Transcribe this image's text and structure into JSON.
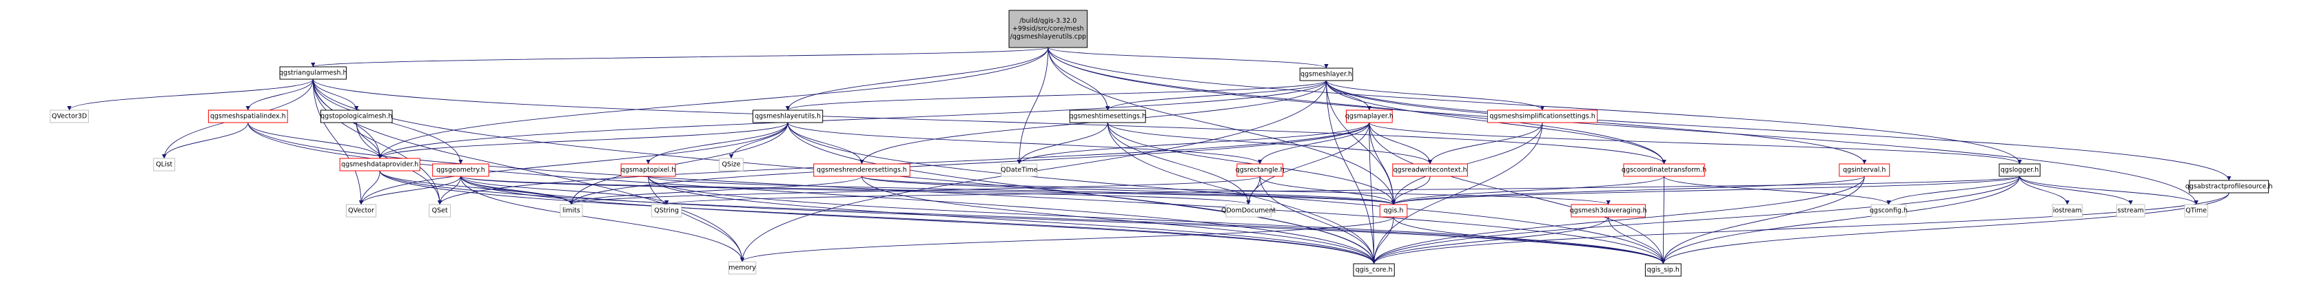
{
  "colors": {
    "edge": "#191970",
    "root_fill": "#bfbfbf",
    "internal_border": "#000000",
    "external_border": "#bfbfbf",
    "missing_border": "#ff0000",
    "node_fill": "#ffffff"
  },
  "nodes": [
    {
      "id": "root",
      "lines": [
        "/build/qgis-3.32.0",
        "+99sid/src/core/mesh",
        "/qgsmeshlayerutils.cpp"
      ],
      "kind": "root"
    },
    {
      "id": "tri",
      "lines": [
        "qgstriangularmesh.h"
      ],
      "kind": "internal"
    },
    {
      "id": "meshlayer",
      "lines": [
        "qgsmeshlayer.h"
      ],
      "kind": "internal"
    },
    {
      "id": "vec3d",
      "lines": [
        "QVector3D"
      ],
      "kind": "external"
    },
    {
      "id": "spatial",
      "lines": [
        "qgsmeshspatialindex.h"
      ],
      "kind": "missing"
    },
    {
      "id": "topo",
      "lines": [
        "qgstopologicalmesh.h"
      ],
      "kind": "internal"
    },
    {
      "id": "layerutils",
      "lines": [
        "qgsmeshlayerutils.h"
      ],
      "kind": "internal"
    },
    {
      "id": "timeset",
      "lines": [
        "qgsmeshtimesettings.h"
      ],
      "kind": "internal"
    },
    {
      "id": "maplayer",
      "lines": [
        "qgsmaplayer.h"
      ],
      "kind": "missing"
    },
    {
      "id": "simpl",
      "lines": [
        "qgsmeshsimplificationsettings.h"
      ],
      "kind": "missing"
    },
    {
      "id": "qlist",
      "lines": [
        "QList"
      ],
      "kind": "external"
    },
    {
      "id": "dataprov",
      "lines": [
        "qgsmeshdataprovider.h"
      ],
      "kind": "missing"
    },
    {
      "id": "geom",
      "lines": [
        "qgsgeometry.h"
      ],
      "kind": "missing"
    },
    {
      "id": "maptopix",
      "lines": [
        "qgsmaptopixel.h"
      ],
      "kind": "missing"
    },
    {
      "id": "qsize",
      "lines": [
        "QSize"
      ],
      "kind": "external"
    },
    {
      "id": "rendset",
      "lines": [
        "qgsmeshrenderersettings.h"
      ],
      "kind": "missing"
    },
    {
      "id": "qdatetime",
      "lines": [
        "QDateTime"
      ],
      "kind": "external"
    },
    {
      "id": "rect",
      "lines": [
        "qgsrectangle.h"
      ],
      "kind": "missing"
    },
    {
      "id": "readctx",
      "lines": [
        "qgsreadwritecontext.h"
      ],
      "kind": "missing"
    },
    {
      "id": "coordtr",
      "lines": [
        "qgscoordinatetransform.h"
      ],
      "kind": "missing"
    },
    {
      "id": "interval",
      "lines": [
        "qgsinterval.h"
      ],
      "kind": "missing"
    },
    {
      "id": "logger",
      "lines": [
        "qgslogger.h"
      ],
      "kind": "internal"
    },
    {
      "id": "absprof",
      "lines": [
        "qgsabstractprofilesource.h"
      ],
      "kind": "internal"
    },
    {
      "id": "qvector",
      "lines": [
        "QVector"
      ],
      "kind": "external"
    },
    {
      "id": "qset",
      "lines": [
        "QSet"
      ],
      "kind": "external"
    },
    {
      "id": "limits",
      "lines": [
        "limits"
      ],
      "kind": "external"
    },
    {
      "id": "qstring",
      "lines": [
        "QString"
      ],
      "kind": "external"
    },
    {
      "id": "qdom",
      "lines": [
        "QDomDocument"
      ],
      "kind": "external"
    },
    {
      "id": "qgish",
      "lines": [
        "qgis.h"
      ],
      "kind": "missing"
    },
    {
      "id": "avg3d",
      "lines": [
        "qgsmesh3daveraging.h"
      ],
      "kind": "missing"
    },
    {
      "id": "qgsconfig",
      "lines": [
        "qgsconfig.h"
      ],
      "kind": "external"
    },
    {
      "id": "iostream",
      "lines": [
        "iostream"
      ],
      "kind": "external"
    },
    {
      "id": "sstream",
      "lines": [
        "sstream"
      ],
      "kind": "external"
    },
    {
      "id": "qtime",
      "lines": [
        "QTime"
      ],
      "kind": "external"
    },
    {
      "id": "memory",
      "lines": [
        "memory"
      ],
      "kind": "external"
    },
    {
      "id": "core",
      "lines": [
        "qgis_core.h"
      ],
      "kind": "internal"
    },
    {
      "id": "sip",
      "lines": [
        "qgis_sip.h"
      ],
      "kind": "internal"
    }
  ],
  "edges": [
    [
      "root",
      "tri"
    ],
    [
      "root",
      "meshlayer"
    ],
    [
      "root",
      "layerutils"
    ],
    [
      "root",
      "timeset"
    ],
    [
      "root",
      "dataprov"
    ],
    [
      "root",
      "qdatetime"
    ],
    [
      "root",
      "coordtr"
    ],
    [
      "root",
      "logger"
    ],
    [
      "root",
      "qtime"
    ],
    [
      "root",
      "qgish"
    ],
    [
      "tri",
      "vec3d"
    ],
    [
      "tri",
      "spatial"
    ],
    [
      "tri",
      "topo"
    ],
    [
      "tri",
      "qlist"
    ],
    [
      "tri",
      "dataprov"
    ],
    [
      "tri",
      "geom"
    ],
    [
      "tri",
      "qvector"
    ],
    [
      "tri",
      "qset"
    ],
    [
      "tri",
      "core"
    ],
    [
      "tri",
      "memory"
    ],
    [
      "tri",
      "coordtr"
    ],
    [
      "spatial",
      "qlist"
    ],
    [
      "spatial",
      "dataprov"
    ],
    [
      "spatial",
      "core"
    ],
    [
      "spatial",
      "sip"
    ],
    [
      "topo",
      "dataprov"
    ],
    [
      "topo",
      "qset"
    ],
    [
      "layerutils",
      "dataprov"
    ],
    [
      "layerutils",
      "maptopix"
    ],
    [
      "layerutils",
      "qsize"
    ],
    [
      "layerutils",
      "rendset"
    ],
    [
      "layerutils",
      "qvector"
    ],
    [
      "layerutils",
      "rect"
    ],
    [
      "layerutils",
      "limits"
    ],
    [
      "layerutils",
      "core"
    ],
    [
      "layerutils",
      "sip"
    ],
    [
      "meshlayer",
      "layerutils"
    ],
    [
      "meshlayer",
      "dataprov"
    ],
    [
      "meshlayer",
      "rendset"
    ],
    [
      "meshlayer",
      "timeset"
    ],
    [
      "meshlayer",
      "maplayer"
    ],
    [
      "meshlayer",
      "simpl"
    ],
    [
      "meshlayer",
      "coordtr"
    ],
    [
      "meshlayer",
      "interval"
    ],
    [
      "meshlayer",
      "absprof"
    ],
    [
      "meshlayer",
      "core"
    ],
    [
      "meshlayer",
      "memory"
    ],
    [
      "meshlayer",
      "qgish"
    ],
    [
      "timeset",
      "qdatetime"
    ],
    [
      "timeset",
      "qdom"
    ],
    [
      "timeset",
      "readctx"
    ],
    [
      "timeset",
      "core"
    ],
    [
      "timeset",
      "qgish"
    ],
    [
      "maplayer",
      "qdatetime"
    ],
    [
      "maplayer",
      "readctx"
    ],
    [
      "maplayer",
      "rect"
    ],
    [
      "maplayer",
      "qgish"
    ],
    [
      "maplayer",
      "limits"
    ],
    [
      "maplayer",
      "qset"
    ],
    [
      "maplayer",
      "qdom"
    ],
    [
      "maplayer",
      "sip"
    ],
    [
      "maplayer",
      "core"
    ],
    [
      "maplayer",
      "logger"
    ],
    [
      "simpl",
      "readctx"
    ],
    [
      "simpl",
      "core"
    ],
    [
      "simpl",
      "qgish"
    ],
    [
      "dataprov",
      "qvector"
    ],
    [
      "dataprov",
      "limits"
    ],
    [
      "dataprov",
      "core"
    ],
    [
      "dataprov",
      "sip"
    ],
    [
      "geom",
      "qset"
    ],
    [
      "geom",
      "qvector"
    ],
    [
      "geom",
      "limits"
    ],
    [
      "geom",
      "qstring"
    ],
    [
      "geom",
      "qdom"
    ],
    [
      "geom",
      "core"
    ],
    [
      "geom",
      "sip"
    ],
    [
      "geom",
      "memory"
    ],
    [
      "geom",
      "qgish"
    ],
    [
      "maptopix",
      "memory"
    ],
    [
      "maptopix",
      "core"
    ],
    [
      "maptopix",
      "sip"
    ],
    [
      "maptopix",
      "qgish"
    ],
    [
      "rendset",
      "avg3d"
    ],
    [
      "rendset",
      "limits"
    ],
    [
      "rendset",
      "core"
    ],
    [
      "rendset",
      "qgish"
    ],
    [
      "rect",
      "qdom"
    ],
    [
      "rect",
      "qgish"
    ],
    [
      "rect",
      "core"
    ],
    [
      "rect",
      "limits"
    ],
    [
      "readctx",
      "qgish"
    ],
    [
      "coordtr",
      "qgsconfig"
    ],
    [
      "coordtr",
      "sip"
    ],
    [
      "coordtr",
      "qgish"
    ],
    [
      "interval",
      "qgish"
    ],
    [
      "interval",
      "core"
    ],
    [
      "interval",
      "sip"
    ],
    [
      "logger",
      "qgsconfig"
    ],
    [
      "logger",
      "iostream"
    ],
    [
      "logger",
      "sstream"
    ],
    [
      "logger",
      "qtime"
    ],
    [
      "logger",
      "core"
    ],
    [
      "logger",
      "sip"
    ],
    [
      "logger",
      "qstring"
    ],
    [
      "logger",
      "qgish"
    ],
    [
      "absprof",
      "core"
    ],
    [
      "absprof",
      "sip"
    ],
    [
      "qgish",
      "core"
    ],
    [
      "qgish",
      "sip"
    ],
    [
      "qgish",
      "memory"
    ],
    [
      "avg3d",
      "core"
    ],
    [
      "avg3d",
      "sip"
    ]
  ]
}
